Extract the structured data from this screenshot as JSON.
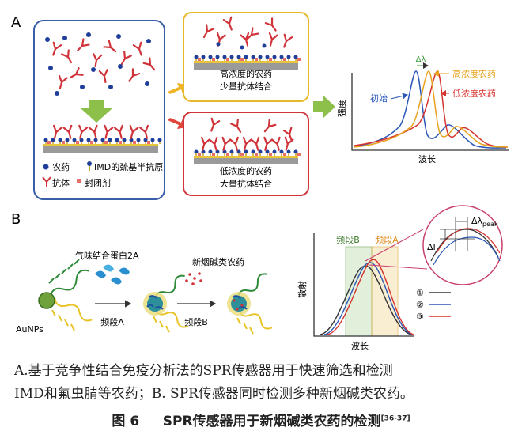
{
  "panel_a": {
    "label": "A",
    "legend": {
      "pesticide": "农药",
      "hapten": "IMD的巯基半抗原",
      "antibody": "抗体",
      "blocker": "封闭剂"
    },
    "high_box": {
      "line1": "高浓度的农药",
      "line2": "少量抗体结合"
    },
    "low_box": {
      "line1": "低浓度的农药",
      "line2": "大量抗体结合"
    },
    "chart": {
      "ylabel": "强度",
      "xlabel": "波长",
      "delta": "Δλ",
      "curve_initial": "初始",
      "curve_high": "高浓度农药",
      "curve_low": "低浓度农药"
    },
    "colors": {
      "box_blue": "#3a5fa8",
      "box_yellow": "#e7b82a",
      "box_red": "#d0343a",
      "arrow_green": "#8cc04a",
      "arrow_yellow": "#f0b429",
      "arrow_red": "#e0463c"
    }
  },
  "panel_b": {
    "label": "B",
    "aunp": "AuNPs",
    "protein": "气味结合蛋白2A",
    "neonic": "新烟碱类农药",
    "stage_a": "频段A",
    "stage_b": "频段B",
    "chart": {
      "ylabel": "散射",
      "xlabel": "波长",
      "band_b": "频段B",
      "band_a": "频段A",
      "delta_i": "ΔI",
      "delta_lambda": "Δλ",
      "delta_lambda_sub": "peak",
      "legend": [
        "①",
        "②",
        "③"
      ]
    }
  },
  "caption": {
    "line1": "A.基于竞争性结合免疫分析法的SPR传感器用于快速筛选和检测",
    "line2": "IMD和氟虫腈等农药；B. SPR传感器同时检测多种新烟碱类农药。",
    "fig_no": "图 6",
    "title": "SPR传感器用于新烟碱类农药的检测",
    "refs": "[36-37]"
  }
}
